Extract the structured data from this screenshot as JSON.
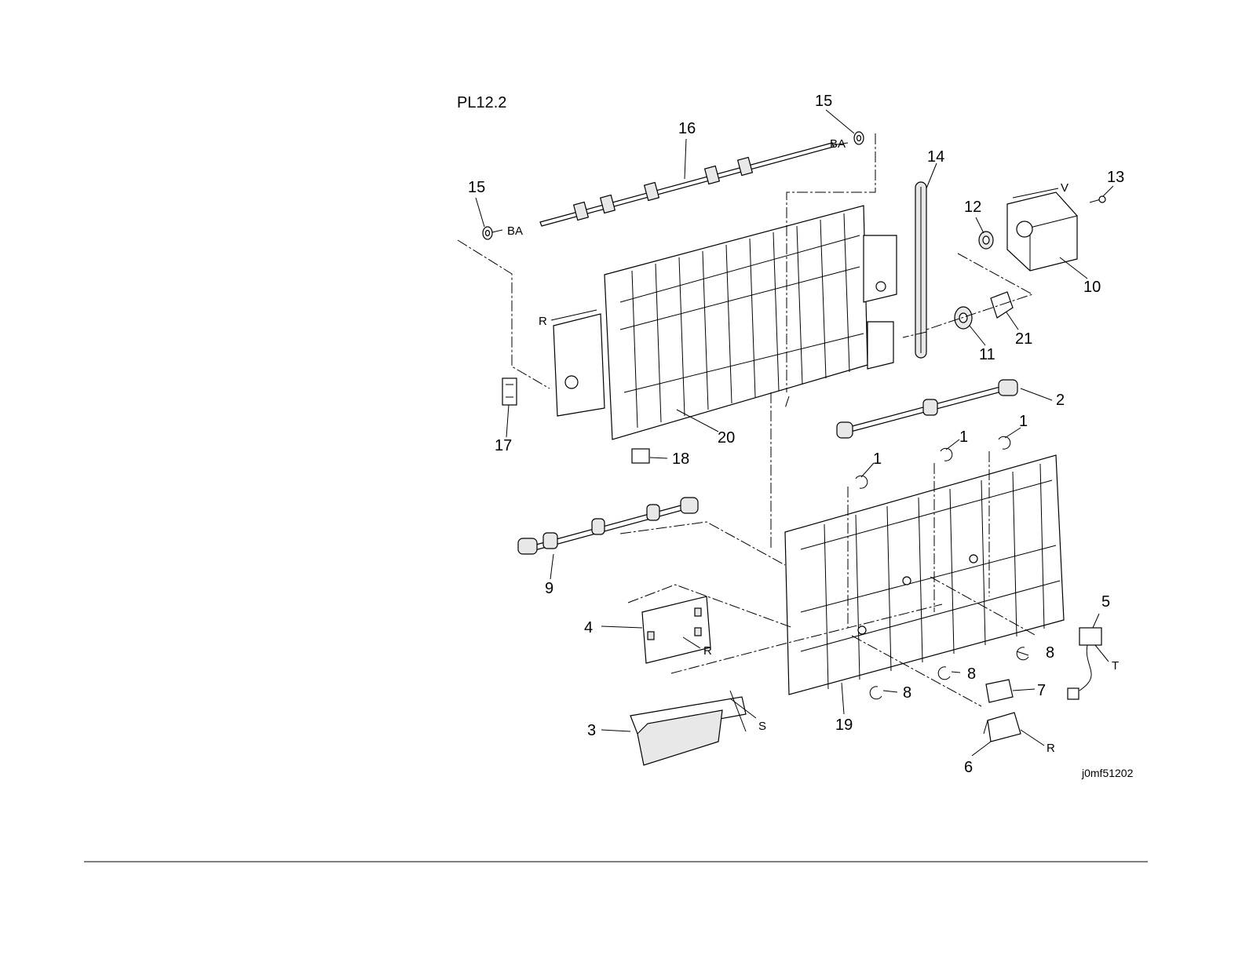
{
  "title": "PL12.2",
  "figure_id": "j0mf51202",
  "callouts": {
    "c1a": "1",
    "c1b": "1",
    "c1c": "1",
    "c2": "2",
    "c3": "3",
    "c4": "4",
    "c5": "5",
    "c6": "6",
    "c7": "7",
    "c8a": "8",
    "c8b": "8",
    "c8c": "8",
    "c9": "9",
    "c10": "10",
    "c11": "11",
    "c12": "12",
    "c13": "13",
    "c14": "14",
    "c15a": "15",
    "c15b": "15",
    "c16": "16",
    "c17": "17",
    "c18": "18",
    "c19": "19",
    "c20": "20",
    "c21": "21"
  },
  "refs": {
    "ba1": "BA",
    "ba2": "BA",
    "r1": "R",
    "r2": "R",
    "r3": "R",
    "v": "V",
    "t": "T",
    "s": "S"
  }
}
